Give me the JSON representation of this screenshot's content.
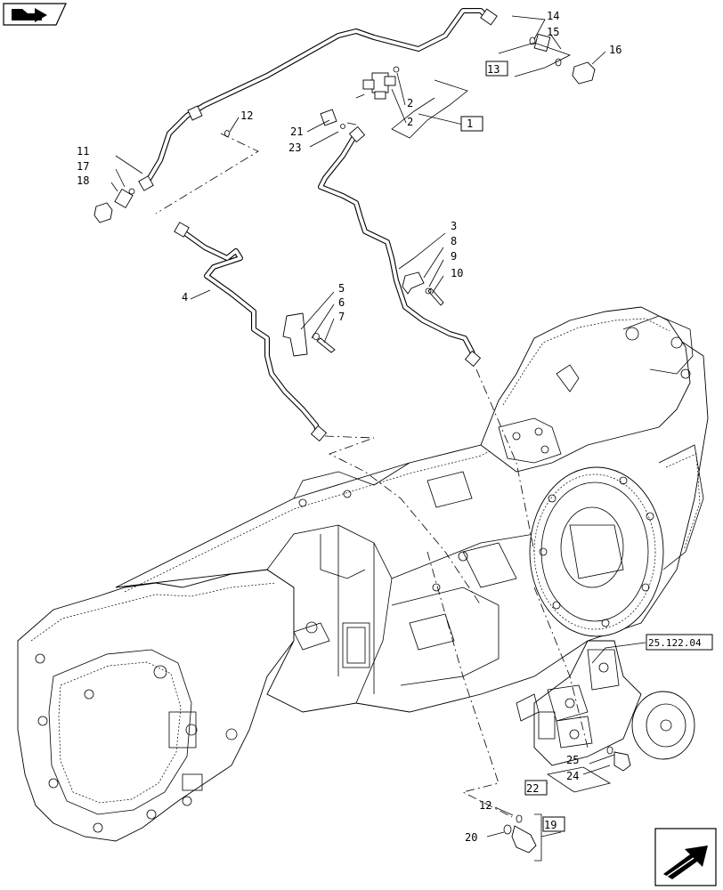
{
  "labels": {
    "p1": "1",
    "p2a": "2",
    "p2b": "2",
    "p3": "3",
    "p4": "4",
    "p5": "5",
    "p6": "6",
    "p7": "7",
    "p8": "8",
    "p9": "9",
    "p10": "10",
    "p11": "11",
    "p12a": "12",
    "p12b": "12",
    "p13": "13",
    "p14": "14",
    "p15": "15",
    "p16": "16",
    "p17": "17",
    "p18": "18",
    "p19": "19",
    "p20": "20",
    "p21": "21",
    "p22": "22",
    "p23": "23",
    "p24": "24",
    "p25": "25"
  },
  "reference": "25.122.04",
  "icons": {
    "top_left": "navigate-back-icon",
    "bottom_right": "navigate-forward-icon"
  }
}
